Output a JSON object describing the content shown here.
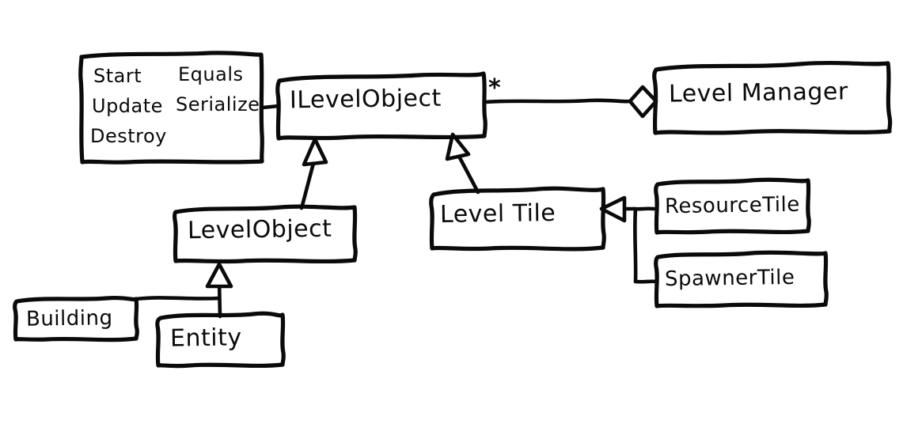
{
  "diagram": {
    "kind": "uml-class-diagram",
    "style": "hand-drawn sketch",
    "background_color": "#ffffff",
    "ink_color": "#0a0a0a",
    "nodes": {
      "methods_note": {
        "name": "methods-note",
        "column_left": [
          "Start",
          "Update",
          "Destroy"
        ],
        "column_right": [
          "Equals",
          "Serialize"
        ],
        "lines": [
          {
            "left": "Start",
            "right": "Equals"
          },
          {
            "left": "Update",
            "right": "Serialize"
          },
          {
            "left": "Destroy",
            "right": ""
          }
        ]
      },
      "ilevelobject": {
        "label": "ILevelObject",
        "multiplicity": "*"
      },
      "levelmanager": {
        "label": "Level Manager"
      },
      "levelobject": {
        "label": "LevelObject"
      },
      "leveltile": {
        "label": "Level Tile"
      },
      "resourcetile": {
        "label": "ResourceTile"
      },
      "spawnertile": {
        "label": "SpawnerTile"
      },
      "building": {
        "label": "Building"
      },
      "entity": {
        "label": "Entity"
      }
    },
    "relationships": [
      {
        "from": "methods_note",
        "to": "ilevelobject",
        "type": "note-anchor"
      },
      {
        "from": "ilevelobject",
        "to": "levelmanager",
        "type": "aggregation",
        "multiplicity": "*"
      },
      {
        "from": "levelobject",
        "to": "ilevelobject",
        "type": "generalization"
      },
      {
        "from": "leveltile",
        "to": "ilevelobject",
        "type": "generalization"
      },
      {
        "from": "building",
        "to": "levelobject",
        "type": "generalization"
      },
      {
        "from": "entity",
        "to": "levelobject",
        "type": "generalization"
      },
      {
        "from": "resourcetile",
        "to": "leveltile",
        "type": "generalization"
      },
      {
        "from": "spawnertile",
        "to": "leveltile",
        "type": "generalization"
      }
    ]
  }
}
